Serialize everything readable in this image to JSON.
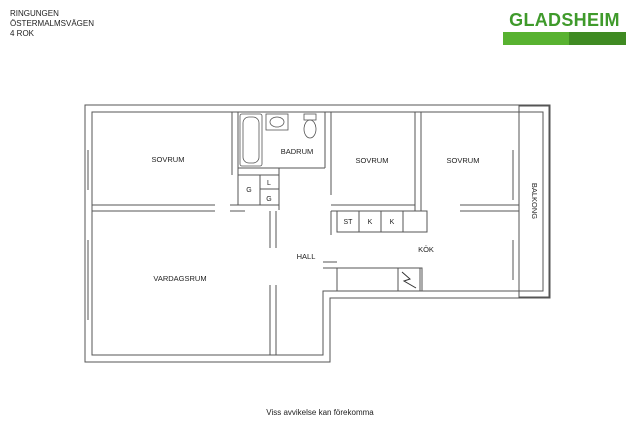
{
  "header": {
    "line1": "RINGUNGEN",
    "line2": "ÖSTERMALMSVÄGEN",
    "line3": "4 ROK"
  },
  "brand": {
    "name": "GLADSHEIM",
    "color": "#3f9a2b"
  },
  "rooms": {
    "sovrum_1": "SOVRUM",
    "badrum": "BADRUM",
    "sovrum_2": "SOVRUM",
    "sovrum_3": "SOVRUM",
    "balkong": "BALKONG",
    "vardagsrum": "VARDAGSRUM",
    "hall": "HALL",
    "kok": "KÖK"
  },
  "fixtures": {
    "g1": "G",
    "l": "L",
    "g2": "G",
    "st": "ST",
    "k1": "K",
    "k2": "K"
  },
  "footer": {
    "note": "Viss avvikelse kan förekomma"
  }
}
